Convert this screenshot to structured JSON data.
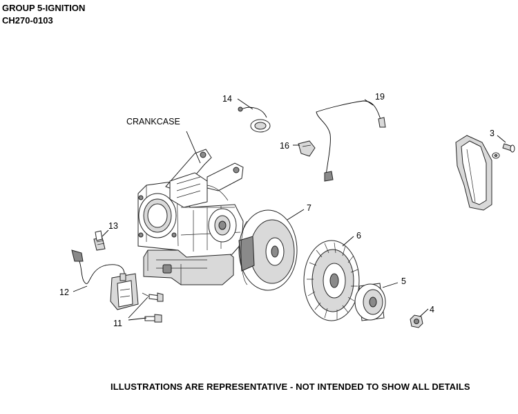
{
  "header": {
    "title": "GROUP 5-IGNITION",
    "code": "CH270-0103"
  },
  "footer_note": "ILLUSTRATIONS ARE REPRESENTATIVE - NOT INTENDED TO SHOW ALL DETAILS",
  "callouts": {
    "crankcase": "CRANKCASE",
    "n3": "3",
    "n4": "4",
    "n5": "5",
    "n6": "6",
    "n7": "7",
    "n11": "11",
    "n12": "12",
    "n13": "13",
    "n14": "14",
    "n16": "16",
    "n19": "19"
  }
}
